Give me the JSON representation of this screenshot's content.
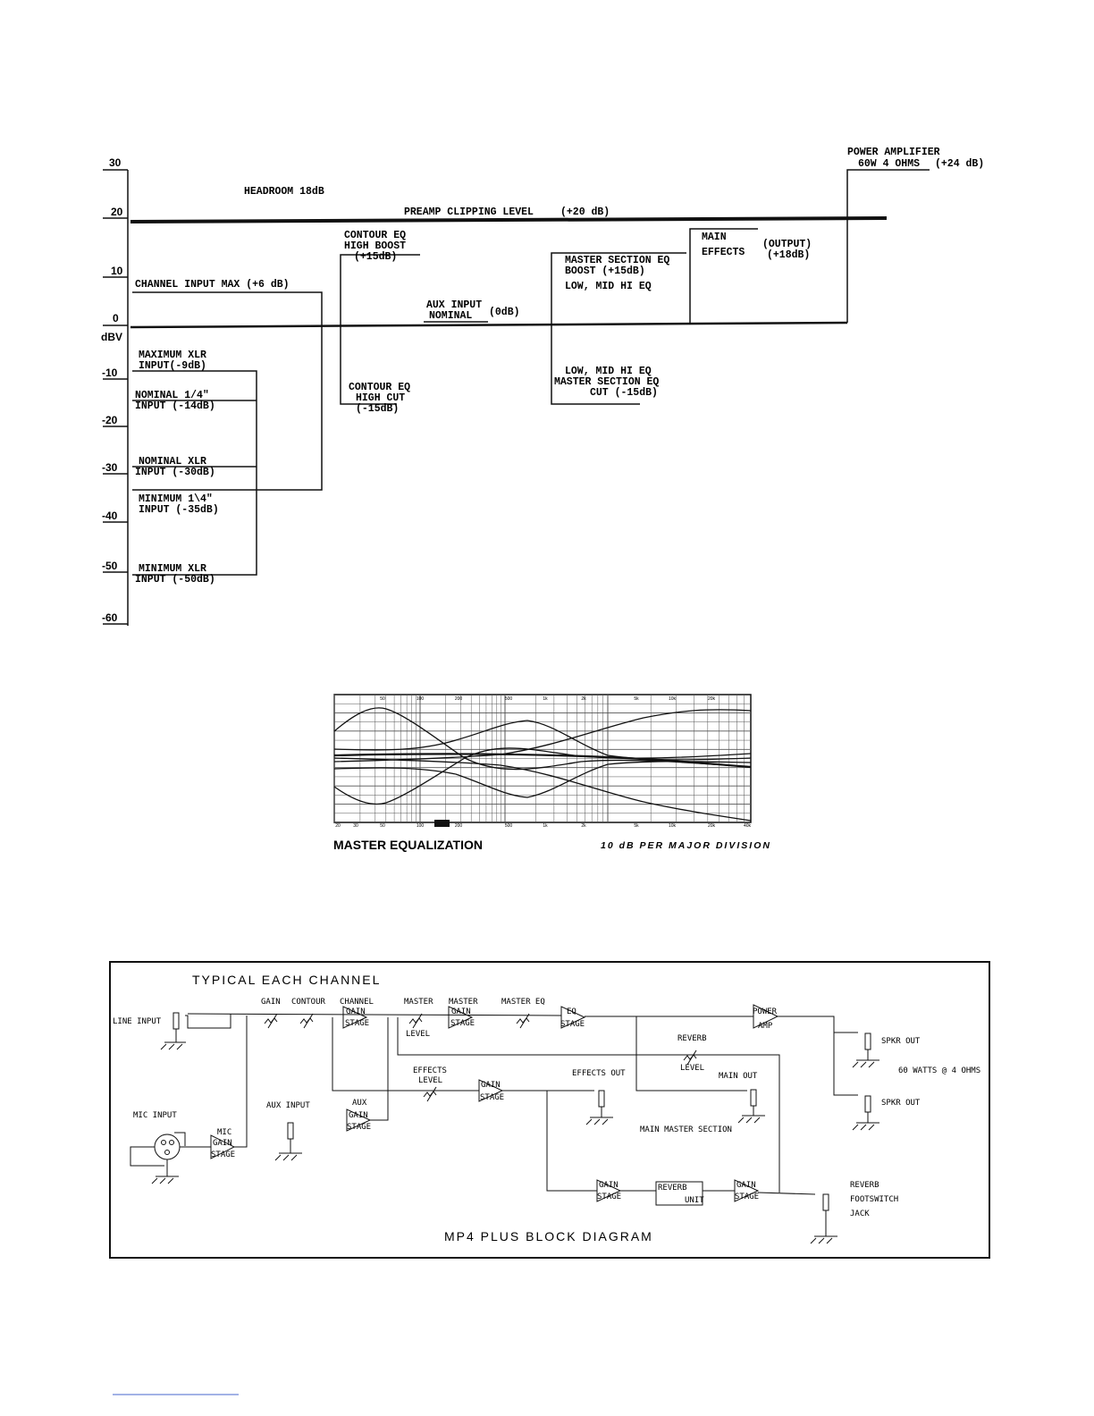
{
  "level_chart": {
    "axis_ticks": [
      "30",
      "20",
      "10",
      "0",
      "dBV",
      "-10",
      "-20",
      "-30",
      "-40",
      "-50",
      "-60"
    ],
    "labels": {
      "headroom": "HEADROOM 18dB",
      "preamp_clip": "PREAMP CLIPPING LEVEL",
      "preamp_clip_val": "(+20 dB)",
      "power_amp_1": "POWER AMPLIFIER",
      "power_amp_2": "60W 4 OHMS",
      "power_amp_val": "(+24 dB)",
      "channel_input_max": "CHANNEL INPUT MAX (+6 dB)",
      "contour_boost_1": "CONTOUR EQ",
      "contour_boost_2": "HIGH BOOST",
      "contour_boost_3": "(+15dB)",
      "aux_input_1": "AUX INPUT",
      "aux_input_2": "NOMINAL",
      "aux_input_val": "(0dB)",
      "master_boost_1": "MASTER SECTION EQ",
      "master_boost_2": "BOOST  (+15dB)",
      "master_boost_3": "LOW, MID HI EQ",
      "main_effects_1": "MAIN",
      "main_effects_2": "EFFECTS",
      "main_output_1": "(OUTPUT)",
      "main_output_2": "(+18dB)",
      "max_xlr_1": "MAXIMUM XLR",
      "max_xlr_2": "INPUT(-9dB)",
      "nom_quarter_1": "NOMINAL 1/4\"",
      "nom_quarter_2": "INPUT (-14dB)",
      "contour_cut_1": "CONTOUR EQ",
      "contour_cut_2": "HIGH CUT",
      "contour_cut_3": "(-15dB)",
      "master_cut_1": "LOW, MID HI EQ",
      "master_cut_2": "MASTER SECTION EQ",
      "master_cut_3": "CUT (-15dB)",
      "nom_xlr_1": "NOMINAL XLR",
      "nom_xlr_2": "INPUT (-30dB)",
      "min_quarter_1": "MINIMUM 1\\4\"",
      "min_quarter_2": "INPUT (-35dB)",
      "min_xlr_1": "MINIMUM XLR",
      "min_xlr_2": "INPUT (-50dB)"
    }
  },
  "eq_chart": {
    "title": "MASTER EQUALIZATION",
    "subtitle": "10 dB PER MAJOR DIVISION",
    "top_ticks": [
      "50",
      "100",
      "200",
      "500",
      "1k",
      "2k",
      "5k",
      "10k",
      "20k"
    ],
    "bottom_ticks": [
      "20",
      "30",
      "50",
      "100",
      "200",
      "500",
      "1k",
      "2k",
      "5k",
      "10k",
      "20k",
      "40k"
    ]
  },
  "block_diagram": {
    "header": "TYPICAL EACH CHANNEL",
    "footer": "MP4 PLUS BLOCK DIAGRAM",
    "labels": {
      "line_input": "LINE INPUT",
      "mic_input": "MIC INPUT",
      "aux_input": "AUX INPUT",
      "gain": "GAIN",
      "contour": "CONTOUR",
      "channel": "CHANNEL",
      "master1": "MASTER",
      "master2": "MASTER",
      "master_eq": "MASTER EQ",
      "level1": "LEVEL",
      "gain_stage": "GAIN",
      "stage": "STAGE",
      "eq": "EQ",
      "power": "POWER",
      "amp": "AMP",
      "reverb": "REVERB",
      "level2": "LEVEL",
      "main_out": "MAIN OUT",
      "spkr_out_1": "SPKR OUT",
      "spkr_out_2": "SPKR OUT",
      "watts": "60 WATTS @ 4 OHMS",
      "effects": "EFFECTS",
      "level3": "LEVEL",
      "effects_out": "EFFECTS OUT",
      "aux": "AUX",
      "mic": "MIC",
      "main_master": "MAIN MASTER SECTION",
      "reverb_unit_1": "REVERB",
      "reverb_unit_2": "UNIT",
      "reverb_fs_1": "REVERB",
      "reverb_fs_2": "FOOTSWITCH",
      "reverb_fs_3": "JACK"
    }
  }
}
